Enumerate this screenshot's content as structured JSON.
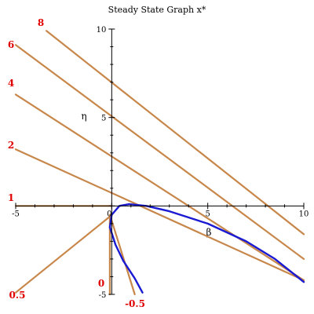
{
  "chart_data": {
    "type": "line",
    "title": "Steady State  Graph  x*",
    "xlabel": "β",
    "ylabel": "η",
    "xlim": [
      -5,
      10
    ],
    "ylim": [
      -5,
      10
    ],
    "x_ticks": [
      {
        "value": -5,
        "label": "-5"
      },
      {
        "value": 0,
        "label": "0"
      },
      {
        "value": 5,
        "label": "5"
      },
      {
        "value": 10,
        "label": "10"
      }
    ],
    "y_ticks": [
      {
        "value": 10,
        "label": "10"
      },
      {
        "value": 5,
        "label": "5"
      },
      {
        "value": -5,
        "label": "-5"
      }
    ],
    "grid": false,
    "line_color": "#c8874a",
    "curve_color": "#1a1ad2",
    "label_color": "#e00000",
    "series": [
      {
        "name": "8",
        "kind": "line",
        "points": [
          [
            -3.4,
            9.9
          ],
          [
            10,
            -1.6
          ]
        ]
      },
      {
        "name": "6",
        "kind": "line",
        "points": [
          [
            -5.0,
            9.1
          ],
          [
            10,
            -3.0
          ]
        ]
      },
      {
        "name": "4",
        "kind": "line",
        "points": [
          [
            -5.0,
            6.3
          ],
          [
            10,
            -4.2
          ]
        ]
      },
      {
        "name": "2",
        "kind": "line",
        "points": [
          [
            -5.0,
            3.2
          ],
          [
            10,
            -4.2
          ]
        ]
      },
      {
        "name": "1",
        "kind": "line",
        "points": [
          [
            -5.0,
            0.0
          ],
          [
            0.0,
            0.0
          ]
        ]
      },
      {
        "name": "0.5",
        "kind": "line",
        "points": [
          [
            -5.0,
            -4.9
          ],
          [
            -0.1,
            -0.6
          ]
        ]
      },
      {
        "name": "0",
        "kind": "line",
        "points": [
          [
            -0.1,
            -0.6
          ],
          [
            -0.1,
            -5.0
          ]
        ]
      },
      {
        "name": "-0.5",
        "kind": "line",
        "points": [
          [
            -0.1,
            -0.5
          ],
          [
            1.2,
            -5.0
          ]
        ]
      },
      {
        "name": "",
        "kind": "curve",
        "points": [
          [
            1.6,
            -4.9
          ],
          [
            1.2,
            -4.1
          ],
          [
            0.6,
            -3.1
          ],
          [
            0.2,
            -2.2
          ],
          [
            -0.1,
            -1.2
          ],
          [
            0.0,
            -0.5
          ],
          [
            0.4,
            0.0
          ],
          [
            0.9,
            0.1
          ],
          [
            1.8,
            0.0
          ],
          [
            3.0,
            -0.3
          ],
          [
            5.0,
            -1.0
          ],
          [
            7.0,
            -2.0
          ],
          [
            8.5,
            -3.0
          ],
          [
            10,
            -4.3
          ]
        ]
      }
    ]
  }
}
